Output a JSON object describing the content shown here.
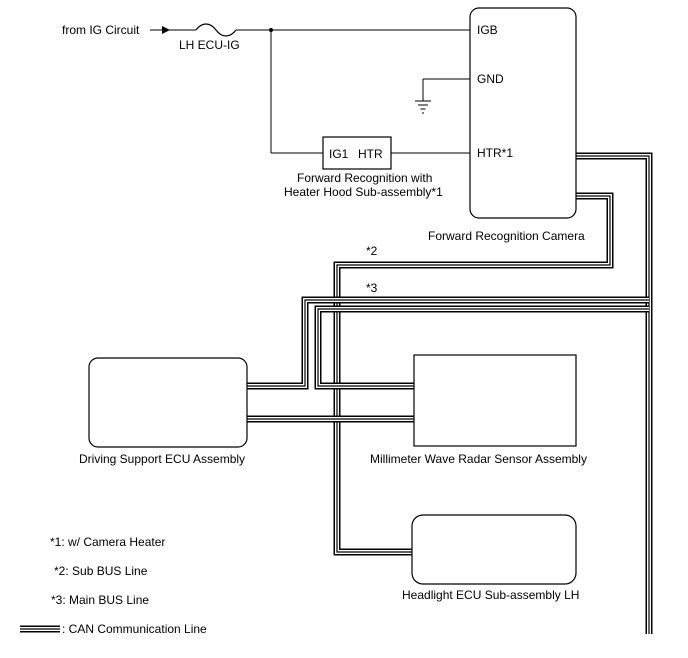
{
  "power": {
    "source": "from IG Circuit",
    "fuse": "LH ECU-IG"
  },
  "camera": {
    "name": "Forward Recognition Camera",
    "pin_igb": "IGB",
    "pin_gnd": "GND",
    "pin_htr": "HTR*1"
  },
  "heater": {
    "pin_ig1": "IG1",
    "pin_htr": "HTR",
    "name_line1": "Forward Recognition with",
    "name_line2": "Heater Hood Sub-assembly*1"
  },
  "bus_marks": {
    "sub": "*2",
    "main": "*3"
  },
  "ecus": {
    "driving_support": "Driving Support ECU Assembly",
    "radar": "Millimeter Wave Radar Sensor Assembly",
    "headlight": "Headlight ECU Sub-assembly LH"
  },
  "notes": {
    "n1": "*1: w/ Camera Heater",
    "n2": "*2: Sub BUS Line",
    "n3": "*3: Main BUS Line"
  },
  "legend": {
    "can_line": ": CAN Communication Line"
  }
}
